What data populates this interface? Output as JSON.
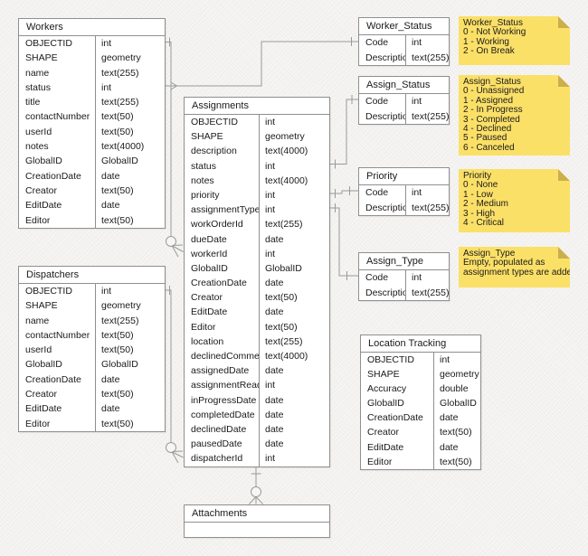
{
  "diagram": {
    "tables": {
      "workers": {
        "title": "Workers",
        "fields": [
          {
            "name": "OBJECTID",
            "type": "int"
          },
          {
            "name": "SHAPE",
            "type": "geometry"
          },
          {
            "name": "name",
            "type": "text(255)"
          },
          {
            "name": "status",
            "type": "int"
          },
          {
            "name": "title",
            "type": "text(255)"
          },
          {
            "name": "contactNumber",
            "type": "text(50)"
          },
          {
            "name": "userId",
            "type": "text(50)"
          },
          {
            "name": "notes",
            "type": "text(4000)"
          },
          {
            "name": "GlobalID",
            "type": "GlobalID"
          },
          {
            "name": "CreationDate",
            "type": "date"
          },
          {
            "name": "Creator",
            "type": "text(50)"
          },
          {
            "name": "EditDate",
            "type": "date"
          },
          {
            "name": "Editor",
            "type": "text(50)"
          }
        ]
      },
      "dispatchers": {
        "title": "Dispatchers",
        "fields": [
          {
            "name": "OBJECTID",
            "type": "int"
          },
          {
            "name": "SHAPE",
            "type": "geometry"
          },
          {
            "name": "name",
            "type": "text(255)"
          },
          {
            "name": "contactNumber",
            "type": "text(50)"
          },
          {
            "name": "userId",
            "type": "text(50)"
          },
          {
            "name": "GlobalID",
            "type": "GlobalID"
          },
          {
            "name": "CreationDate",
            "type": "date"
          },
          {
            "name": "Creator",
            "type": "text(50)"
          },
          {
            "name": "EditDate",
            "type": "date"
          },
          {
            "name": "Editor",
            "type": "text(50)"
          }
        ]
      },
      "assignments": {
        "title": "Assignments",
        "fields": [
          {
            "name": "OBJECTID",
            "type": "int"
          },
          {
            "name": "SHAPE",
            "type": "geometry"
          },
          {
            "name": "description",
            "type": "text(4000)"
          },
          {
            "name": "status",
            "type": "int"
          },
          {
            "name": "notes",
            "type": "text(4000)"
          },
          {
            "name": "priority",
            "type": "int"
          },
          {
            "name": "assignmentType",
            "type": "int"
          },
          {
            "name": "workOrderId",
            "type": "text(255)"
          },
          {
            "name": "dueDate",
            "type": "date"
          },
          {
            "name": "workerId",
            "type": "int"
          },
          {
            "name": "GlobalID",
            "type": "GlobalID"
          },
          {
            "name": "CreationDate",
            "type": "date"
          },
          {
            "name": "Creator",
            "type": "text(50)"
          },
          {
            "name": "EditDate",
            "type": "date"
          },
          {
            "name": "Editor",
            "type": "text(50)"
          },
          {
            "name": "location",
            "type": "text(255)"
          },
          {
            "name": "declinedComment",
            "type": "text(4000)"
          },
          {
            "name": "assignedDate",
            "type": "date"
          },
          {
            "name": "assignmentRead",
            "type": "int"
          },
          {
            "name": "inProgressDate",
            "type": "date"
          },
          {
            "name": "completedDate",
            "type": "date"
          },
          {
            "name": "declinedDate",
            "type": "date"
          },
          {
            "name": "pausedDate",
            "type": "date"
          },
          {
            "name": "dispatcherId",
            "type": "int"
          }
        ]
      },
      "worker_status": {
        "title": "Worker_Status",
        "fields": [
          {
            "name": "Code",
            "type": "int"
          },
          {
            "name": "Description",
            "type": "text(255)"
          }
        ]
      },
      "assign_status": {
        "title": "Assign_Status",
        "fields": [
          {
            "name": "Code",
            "type": "int"
          },
          {
            "name": "Description",
            "type": "text(255)"
          }
        ]
      },
      "priority": {
        "title": "Priority",
        "fields": [
          {
            "name": "Code",
            "type": "int"
          },
          {
            "name": "Description",
            "type": "text(255)"
          }
        ]
      },
      "assign_type": {
        "title": "Assign_Type",
        "fields": [
          {
            "name": "Code",
            "type": "int"
          },
          {
            "name": "Description",
            "type": "text(255)"
          }
        ]
      },
      "location_tracking": {
        "title": "Location Tracking",
        "fields": [
          {
            "name": "OBJECTID",
            "type": "int"
          },
          {
            "name": "SHAPE",
            "type": "geometry"
          },
          {
            "name": "Accuracy",
            "type": "double"
          },
          {
            "name": "GlobalID",
            "type": "GlobalID"
          },
          {
            "name": "CreationDate",
            "type": "date"
          },
          {
            "name": "Creator",
            "type": "text(50)"
          },
          {
            "name": "EditDate",
            "type": "date"
          },
          {
            "name": "Editor",
            "type": "text(50)"
          }
        ]
      },
      "attachments": {
        "title": "Attachments",
        "fields": []
      }
    },
    "notes": {
      "worker_status": {
        "title": "Worker_Status",
        "lines": [
          "0 - Not Working",
          "1 - Working",
          "2 - On Break"
        ]
      },
      "assign_status": {
        "title": "Assign_Status",
        "lines": [
          "0 - Unassigned",
          "1 - Assigned",
          "2 - In Progress",
          "3 - Completed",
          "4 - Declined",
          "5 - Paused",
          "6 - Canceled"
        ]
      },
      "priority": {
        "title": "Priority",
        "lines": [
          "0 - None",
          "1 - Low",
          "2 - Medium",
          "3 - High",
          "4 - Critical"
        ]
      },
      "assign_type": {
        "title": "Assign_Type",
        "lines": [
          "Empty, populated as",
          "assignment types are added"
        ]
      }
    },
    "relationships": [
      {
        "from": "Assignments.workerId",
        "to": "Workers.OBJECTID"
      },
      {
        "from": "Assignments.dispatcherId",
        "to": "Dispatchers.OBJECTID"
      },
      {
        "from": "Workers.status",
        "to": "Worker_Status.Code"
      },
      {
        "from": "Assignments.status",
        "to": "Assign_Status.Code"
      },
      {
        "from": "Assignments.priority",
        "to": "Priority.Code"
      },
      {
        "from": "Assignments.assignmentType",
        "to": "Assign_Type.Code"
      },
      {
        "from": "Assignments",
        "to": "Attachments"
      }
    ],
    "colors": {
      "canvas": "#F4F3F1",
      "table_border": "#8F8F8F",
      "connector": "#9A9A9A",
      "note_bg": "#FBE068",
      "note_fold": "#CBAF4A"
    }
  }
}
